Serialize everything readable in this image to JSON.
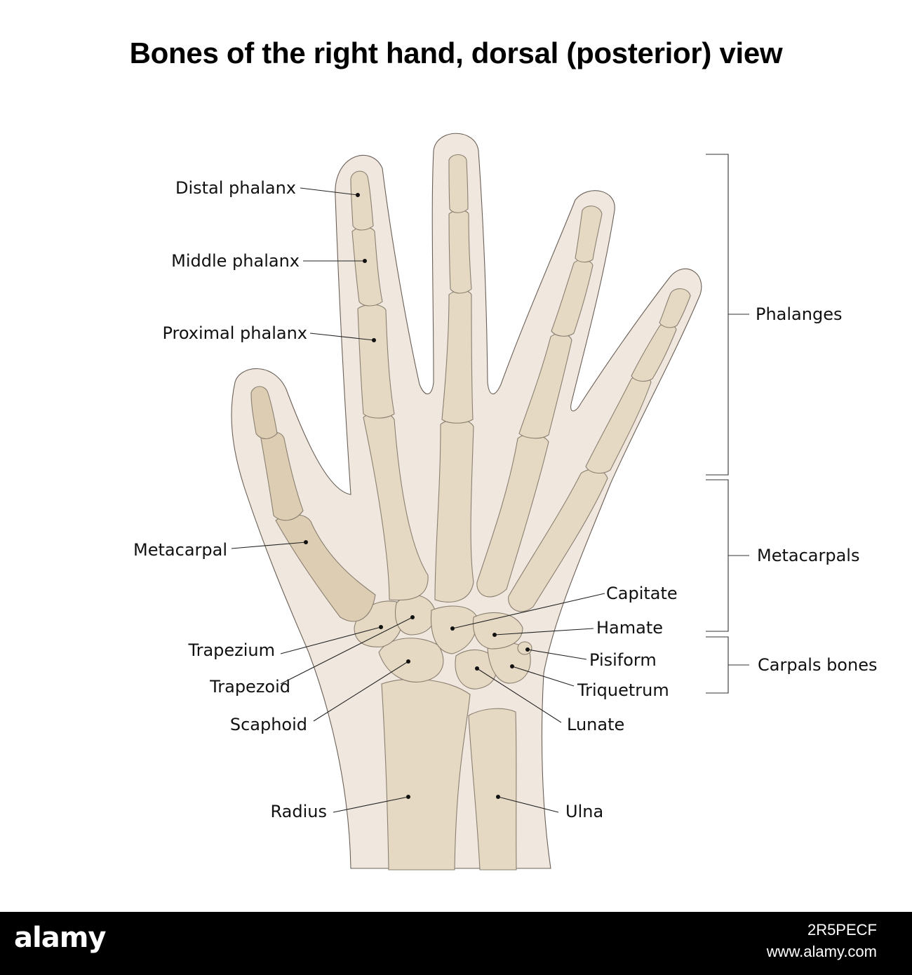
{
  "title": "Bones of the right hand, dorsal (posterior) view",
  "labels": {
    "distal_phalanx": "Distal phalanx",
    "middle_phalanx": "Middle phalanx",
    "proximal_phalanx": "Proximal phalanx",
    "metacarpal": "Metacarpal",
    "trapezium": "Trapezium",
    "trapezoid": "Trapezoid",
    "scaphoid": "Scaphoid",
    "radius": "Radius",
    "capitate": "Capitate",
    "hamate": "Hamate",
    "pisiform": "Pisiform",
    "triquetrum": "Triquetrum",
    "lunate": "Lunate",
    "ulna": "Ulna"
  },
  "groups": {
    "phalanges": "Phalanges",
    "metacarpals": "Metacarpals",
    "carpals": "Carpals bones"
  },
  "footer": {
    "brand": "alamy",
    "image_id": "2R5PECF",
    "url": "www.alamy.com"
  },
  "colors": {
    "bone": "#e6d9c3",
    "skin": "#f0e8df",
    "footer_bg": "#000000"
  }
}
